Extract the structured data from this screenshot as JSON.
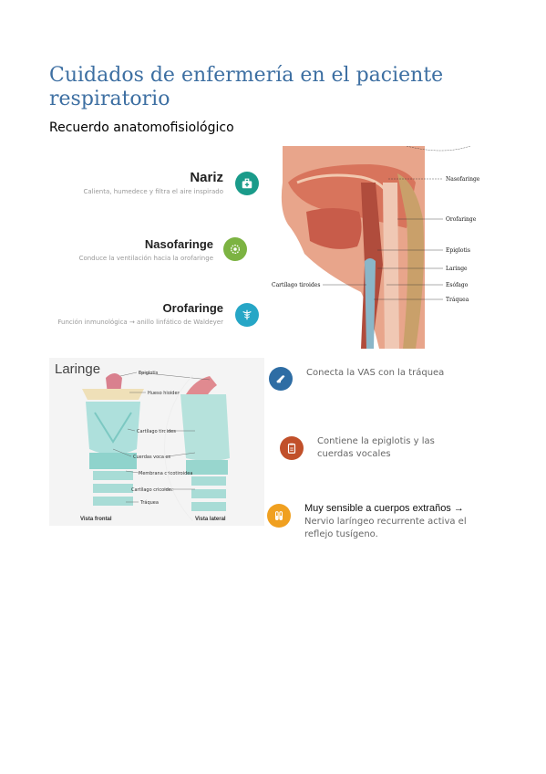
{
  "document": {
    "title": "Cuidados de enfermería en el paciente respiratorio",
    "subtitle": "Recuerdo anatomofisiológico"
  },
  "upper_airway": [
    {
      "title": "Nariz",
      "description": "Calienta, humedece y filtra el aire inspirado",
      "icon": "first-aid-kit-icon",
      "color": "#1a9b8a"
    },
    {
      "title": "Nasofaringe",
      "description": "Conduce la ventilación hacia la orofaringe",
      "icon": "atom-gear-icon",
      "color": "#7cb342"
    },
    {
      "title": "Orofaringe",
      "description": "Función inmunológica → anillo linfático de Waldeyer",
      "icon": "caduceus-icon",
      "color": "#26a6c6"
    }
  ],
  "head_figure_labels": {
    "nasofaringe": "Nasofaringe",
    "orofaringe": "Orofaringe",
    "epiglotis": "Epiglotis",
    "laringe": "Laringe",
    "esofago": "Esófago",
    "traquea": "Tráquea",
    "cartilago": "Cartílago tiroides"
  },
  "larynx_figure": {
    "heading": "Laringe",
    "labels": {
      "epiglotis": "Epiglotis",
      "hueso_hioides": "Hueso hioides",
      "cartilago_tiroides": "Cartílago tiroides",
      "cuerdas_vocales": "Cuerdas vocales",
      "membrana": "Membrana cricotiroidea",
      "cartilago_cricoides": "Cartílago cricoides",
      "traquea": "Tráquea"
    },
    "captions": {
      "frontal": "Vista frontal",
      "lateral": "Vista lateral"
    }
  },
  "larynx_facts": [
    {
      "text": "Conecta la VAS con la tráquea",
      "icon": "inhaler-icon",
      "color": "#2e6da4"
    },
    {
      "text": "Contiene la epiglotis y las cuerdas vocales",
      "icon": "clipboard-icon",
      "color": "#c1502a"
    },
    {
      "text_strong": "Muy sensible a cuerpos extraños →",
      "text": "Nervio laríngeo recurrente activa el reflejo tusígeno.",
      "icon": "vials-icon",
      "color": "#f0a020"
    }
  ]
}
